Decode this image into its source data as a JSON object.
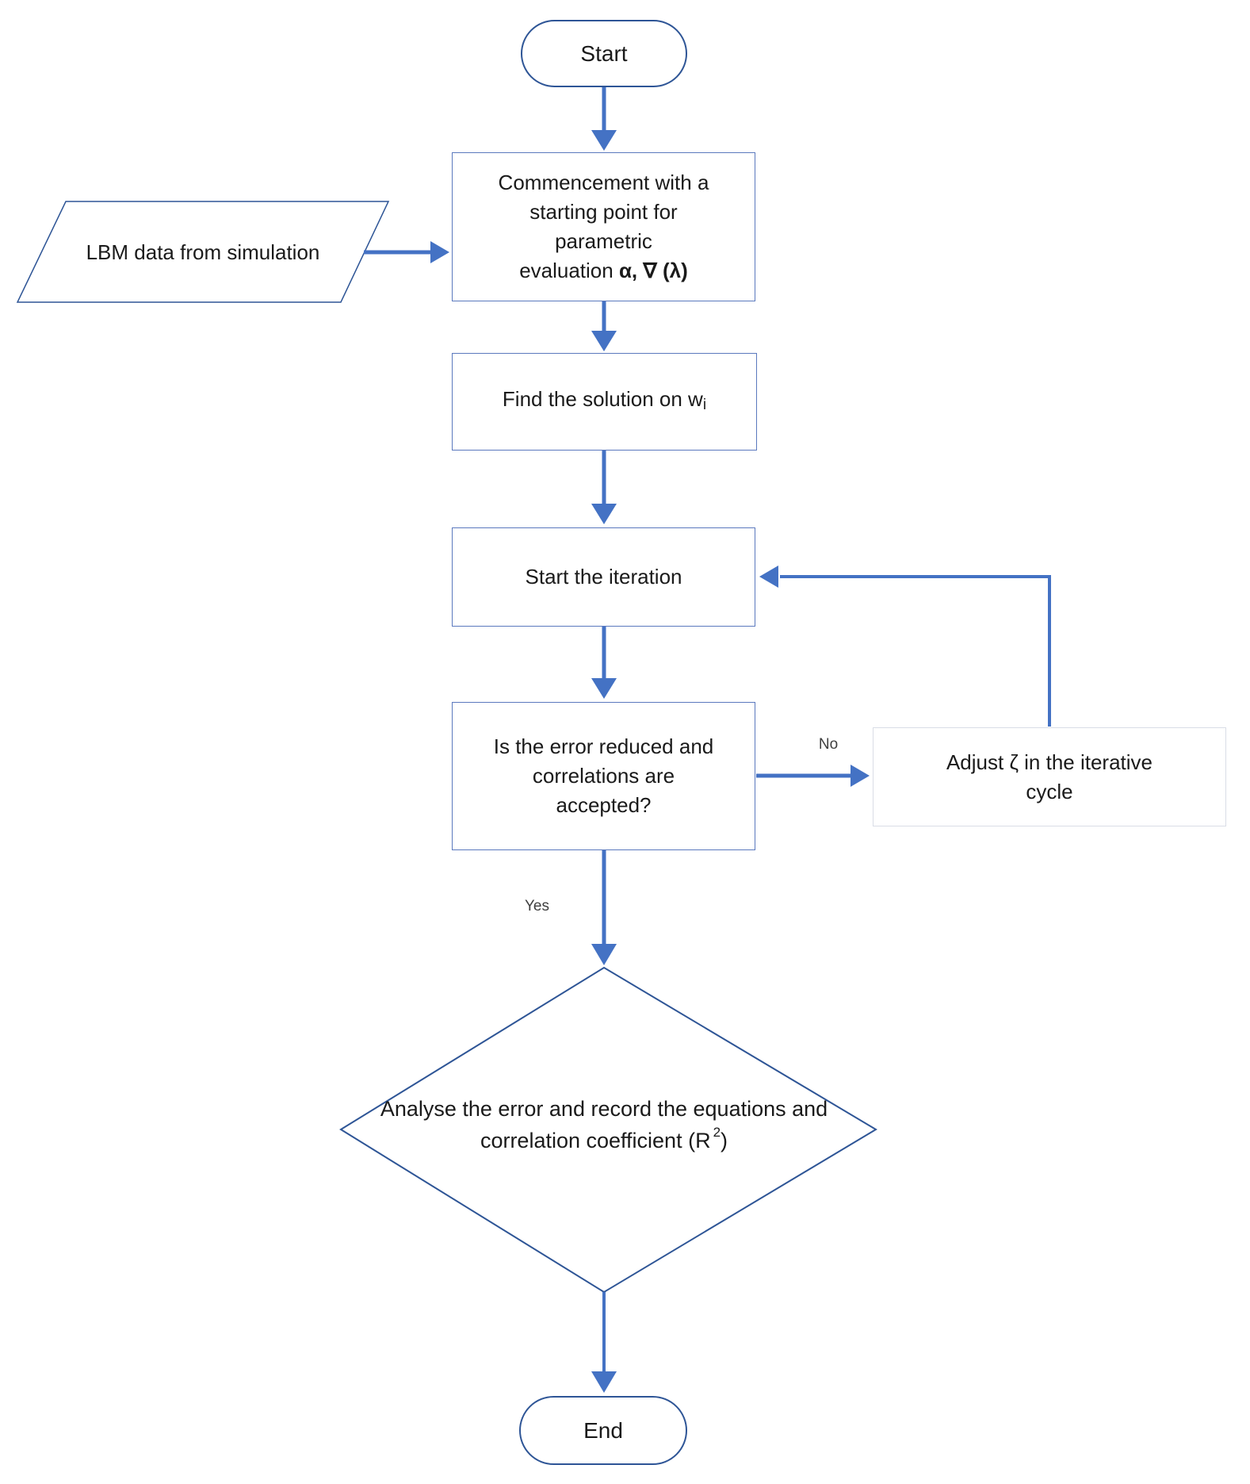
{
  "nodes": {
    "start": {
      "label": "Start"
    },
    "commencement": {
      "text": "Commencement with a\nstarting point for\nparametric\nevaluation ",
      "emphasis": "α, ∇ (λ)"
    },
    "lbm": {
      "label": "LBM data from\nsimulation"
    },
    "find": {
      "text": "Find the solution on w",
      "subscript": "i"
    },
    "iteration": {
      "label": "Start the iteration"
    },
    "decision": {
      "label": "Is the error reduced and\ncorrelations are\naccepted?"
    },
    "adjust": {
      "label": "Adjust ζ in the iterative\ncycle"
    },
    "analyse": {
      "text": "Analyse the error and record the\nequations and correlation\ncoefficient (R",
      "superscript": "2",
      "suffix": ")"
    },
    "end": {
      "label": "End"
    }
  },
  "edge_labels": {
    "no": "No",
    "yes": "Yes"
  },
  "colors": {
    "arrow": "#4472C4",
    "terminator_border": "#2E5596",
    "process_border": "#5B79BE",
    "adjust_border": "#D9DDE6",
    "shape_border": "#2E5596",
    "text": "#1A1A1A",
    "edge_label_text": "#3F3F3F"
  }
}
